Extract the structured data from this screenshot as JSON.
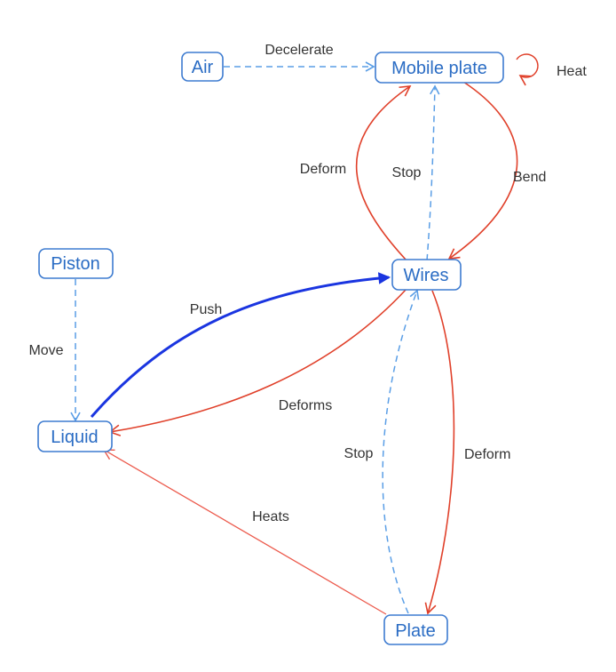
{
  "nodes": {
    "air": "Air",
    "mobile_plate": "Mobile plate",
    "piston": "Piston",
    "wires": "Wires",
    "liquid": "Liquid",
    "plate": "Plate"
  },
  "edges": {
    "decelerate": "Decelerate",
    "heat": "Heat",
    "deform_wires_mobile": "Deform",
    "stop_wires_mobile": "Stop",
    "bend": "Bend",
    "move": "Move",
    "push": "Push",
    "deforms": "Deforms",
    "stop_plate_wires": "Stop",
    "deform_wires_plate": "Deform",
    "heats": "Heats"
  },
  "colors": {
    "node_border": "#3d7bd0",
    "node_text": "#2a6cc4",
    "dashed_blue": "#5a9ee6",
    "red": "#e0402a",
    "light_red": "#ec5a4c",
    "push_blue": "#1a35e0",
    "label_text": "#333333"
  }
}
